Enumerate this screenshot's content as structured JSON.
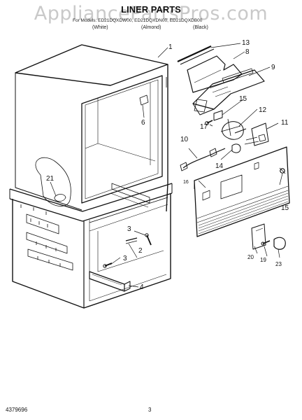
{
  "watermark": "AppliancePartsPros.com",
  "title": "LINER PARTS",
  "subtitle": "For Models: ED21DQXDW00, ED21DQXDN00, ED21DQXDB00",
  "color_labels": [
    "(White)",
    "(Almond)",
    "(Black)"
  ],
  "callouts": [
    "1",
    "2",
    "3",
    "3",
    "4",
    "6",
    "8",
    "9",
    "10",
    "11",
    "12",
    "13",
    "14",
    "15",
    "15",
    "16",
    "17",
    "19",
    "20",
    "21",
    "23"
  ],
  "footer": {
    "part_number": "4379696",
    "page_number": "3"
  }
}
